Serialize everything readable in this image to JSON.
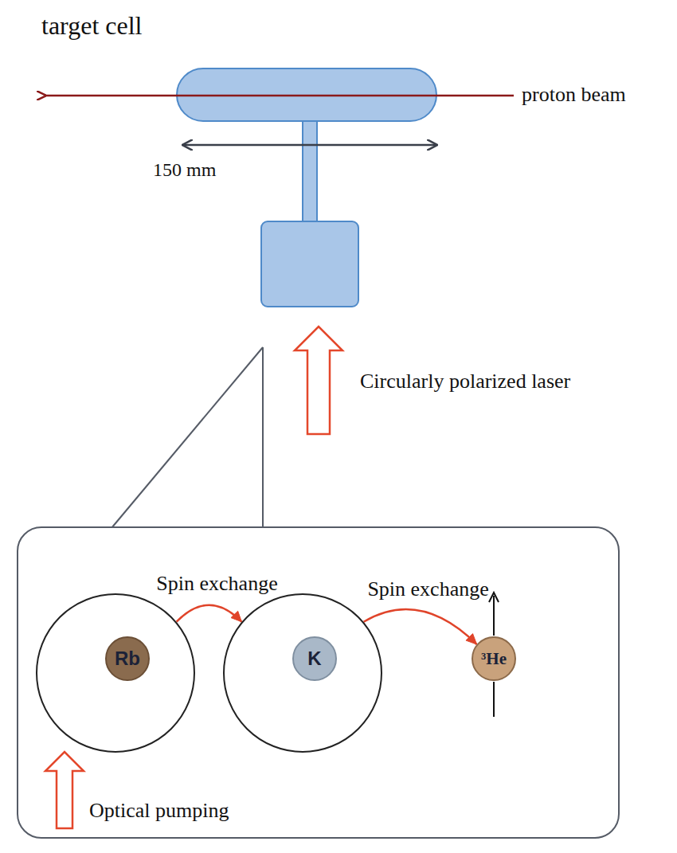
{
  "diagram": {
    "nodes": [
      {
        "text": [
          "Rb"
        ]
      },
      {
        "text": [
          "K"
        ]
      },
      {
        "text": [
          "³He"
        ]
      }
    ],
    "edges": [
      {
        "from": 0,
        "to": 1,
        "arrow": "to",
        "label": "Spin exchange"
      },
      {
        "from": 1,
        "to": 2,
        "arrow": "to",
        "label": "Spin exchange"
      }
    ],
    "labels": [
      "target cell",
      "proton beam",
      "150 mm",
      "Circularly polarized laser",
      "Optical pumping"
    ]
  }
}
